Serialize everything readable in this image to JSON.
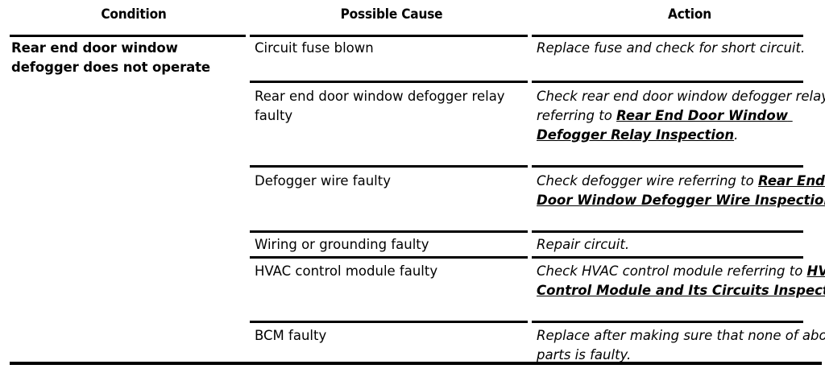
{
  "table": {
    "headers": [
      "Condition",
      "Possible Cause",
      "Action"
    ],
    "condition": "Rear end door window defogger does not operate",
    "rows": [
      {
        "cause": "Circuit fuse blown",
        "action_plain": "Replace fuse and check for short circuit.",
        "action_parts": [
          {
            "type": "text",
            "value": "Replace fuse and check for short circuit."
          }
        ]
      },
      {
        "cause": "Rear end door window defogger relay faulty",
        "action_plain": "Check rear end door window defogger relay referring to Rear End Door Window Defogger Relay Inspection.",
        "action_parts": [
          {
            "type": "text",
            "value": "Check rear end door window defogger relay referring to "
          },
          {
            "type": "link",
            "value": "Rear End Door Window Defogger Relay Inspection"
          },
          {
            "type": "text",
            "value": "."
          }
        ]
      },
      {
        "cause": "Defogger wire faulty",
        "action_plain": "Check defogger wire referring to Rear End Door Window Defogger Wire Inspection.",
        "action_parts": [
          {
            "type": "text",
            "value": "Check defogger wire referring to "
          },
          {
            "type": "link",
            "value": "Rear End Door Window Defogger Wire Inspection"
          },
          {
            "type": "text",
            "value": "."
          }
        ]
      },
      {
        "cause": "Wiring or grounding faulty",
        "action_plain": "Repair circuit.",
        "action_parts": [
          {
            "type": "text",
            "value": "Repair circuit."
          }
        ]
      },
      {
        "cause": "HVAC control module faulty",
        "action_plain": "Check HVAC control module referring to HVAC Control Module and Its Circuits Inspection.",
        "action_parts": [
          {
            "type": "text",
            "value": "Check HVAC control module referring to "
          },
          {
            "type": "link",
            "value": "HVAC Control Module and Its Circuits Inspection"
          },
          {
            "type": "text",
            "value": "."
          }
        ]
      },
      {
        "cause": "BCM faulty",
        "action_plain": "Replace after making sure that none of above parts is faulty.",
        "action_parts": [
          {
            "type": "text",
            "value": "Replace after making sure that none of above parts is faulty."
          }
        ]
      }
    ],
    "row_tops": [
      48,
      108,
      213,
      292,
      325,
      405
    ],
    "divider_tops": [
      100,
      205,
      286,
      318,
      398
    ],
    "colors": {
      "text": "#000000",
      "rule": "#000000",
      "background": "#ffffff"
    }
  }
}
